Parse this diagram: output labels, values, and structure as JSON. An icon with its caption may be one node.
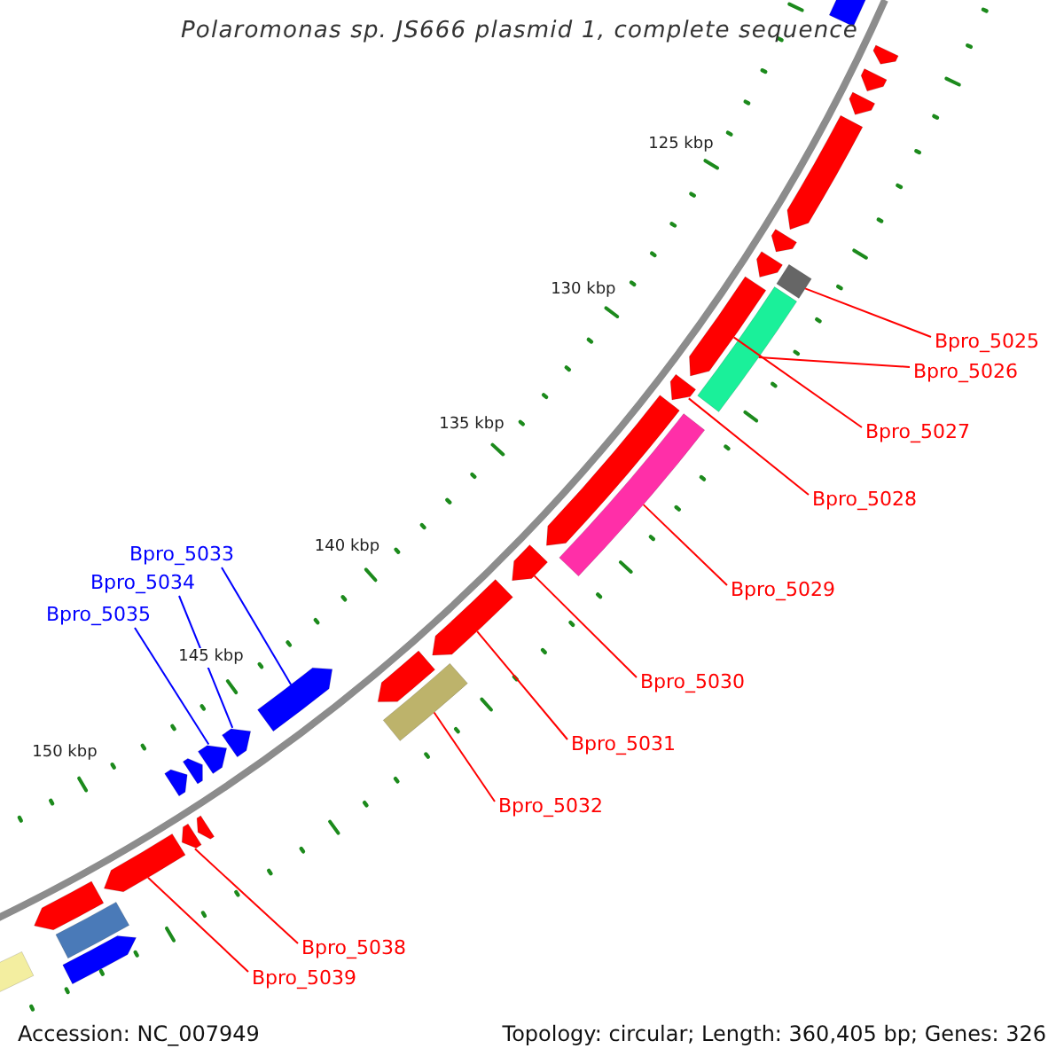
{
  "diagram": {
    "title": "Polaromonas sp. JS666 plasmid 1, complete sequence",
    "nodes": [
      {
        "text": [
          "Bpro_5025"
        ]
      },
      {
        "text": [
          "Bpro_5026"
        ]
      },
      {
        "text": [
          "Bpro_5027"
        ]
      },
      {
        "text": [
          "Bpro_5028"
        ]
      },
      {
        "text": [
          "Bpro_5033"
        ]
      },
      {
        "text": [
          "Bpro_5034"
        ]
      },
      {
        "text": [
          "Bpro_5029"
        ]
      },
      {
        "text": [
          "Bpro_5035"
        ]
      },
      {
        "text": [
          "Bpro_5030"
        ]
      },
      {
        "text": [
          "Bpro_5031"
        ]
      },
      {
        "text": [
          "Bpro_5032"
        ]
      },
      {
        "text": [
          "Bpro_5038"
        ]
      },
      {
        "text": [
          "Bpro_5039"
        ]
      },
      {
        "text": [],
        "shape": "arrow"
      },
      {
        "text": [],
        "shape": "arrow"
      },
      {
        "text": [],
        "shape": "arrow"
      },
      {
        "text": [],
        "shape": "arrow"
      },
      {
        "text": [],
        "shape": "arrow"
      },
      {
        "text": [],
        "shape": "arrow"
      },
      {
        "text": [],
        "shape": "bar"
      },
      {
        "text": [],
        "shape": "arrow"
      },
      {
        "text": [],
        "shape": "bar"
      },
      {
        "text": [],
        "shape": "arrow"
      },
      {
        "text": [],
        "shape": "arrow"
      },
      {
        "text": [],
        "shape": "arrow"
      },
      {
        "text": [],
        "shape": "bar"
      },
      {
        "text": [],
        "shape": "arrow"
      },
      {
        "text": [],
        "shape": "arrow"
      },
      {
        "text": [],
        "shape": "bar"
      },
      {
        "text": [],
        "shape": "arrow"
      },
      {
        "text": [],
        "shape": "arrow"
      },
      {
        "text": [],
        "shape": "arrow"
      },
      {
        "text": [],
        "shape": "arrow"
      },
      {
        "text": [],
        "shape": "arrow"
      },
      {
        "text": [],
        "shape": "arrow"
      },
      {
        "text": [],
        "shape": "arrow"
      },
      {
        "text": [],
        "shape": "arrow"
      },
      {
        "text": [],
        "shape": "arrow"
      },
      {
        "text": [],
        "shape": "bar"
      },
      {
        "text": [],
        "shape": "arrow"
      },
      {
        "text": [],
        "shape": "arrow"
      },
      {
        "text": [],
        "shape": "bar"
      }
    ],
    "edges": [
      {
        "from": 0,
        "to": 19,
        "arrow": "none"
      },
      {
        "from": 1,
        "to": 21,
        "arrow": "none"
      },
      {
        "from": 2,
        "to": 22,
        "arrow": "none"
      },
      {
        "from": 3,
        "to": 23,
        "arrow": "none"
      },
      {
        "from": 4,
        "to": 30,
        "arrow": "none",
        "color": "#0000ff"
      },
      {
        "from": 5,
        "to": 31,
        "arrow": "none",
        "color": "#0000ff"
      },
      {
        "from": 6,
        "to": 25,
        "arrow": "none"
      },
      {
        "from": 7,
        "to": 32,
        "arrow": "none",
        "color": "#0000ff"
      },
      {
        "from": 8,
        "to": 26,
        "arrow": "none"
      },
      {
        "from": 9,
        "to": 27,
        "arrow": "none"
      },
      {
        "from": 10,
        "to": 28,
        "arrow": "none"
      },
      {
        "from": 11,
        "to": 36,
        "arrow": "none"
      },
      {
        "from": 12,
        "to": 37,
        "arrow": "none"
      }
    ],
    "labels": [
      "125 kbp",
      "130 kbp",
      "135 kbp",
      "140 kbp",
      "145 kbp",
      "150 kbp",
      "Accession: NC_007949",
      "Topology: circular; Length: 360,405 bp; Genes: 326"
    ]
  }
}
